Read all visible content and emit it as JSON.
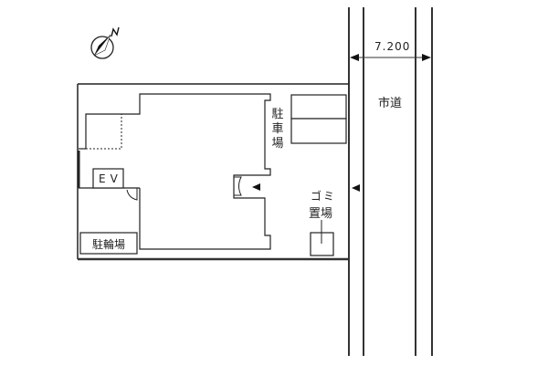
{
  "diagram": {
    "type": "site-plan",
    "compass": {
      "label": "N",
      "icon": "north-arrow-icon"
    },
    "road": {
      "name": "市道",
      "width_dimension": "7.200"
    },
    "areas": {
      "parking": {
        "label": "駐車場",
        "chars": [
          "駐",
          "車",
          "場"
        ],
        "spaces": 2
      },
      "garbage": {
        "label": "ゴミ置場",
        "line1": "ゴミ",
        "line2": "置場"
      },
      "bicycle_parking": {
        "label": "駐輪場"
      },
      "elevator": {
        "label": "EV"
      }
    },
    "entrances": [
      {
        "name": "building-entrance-marker",
        "icon": "triangle-left"
      },
      {
        "name": "site-entrance-marker",
        "icon": "triangle-left"
      }
    ],
    "colors": {
      "line": "#333333",
      "background": "#ffffff"
    }
  }
}
